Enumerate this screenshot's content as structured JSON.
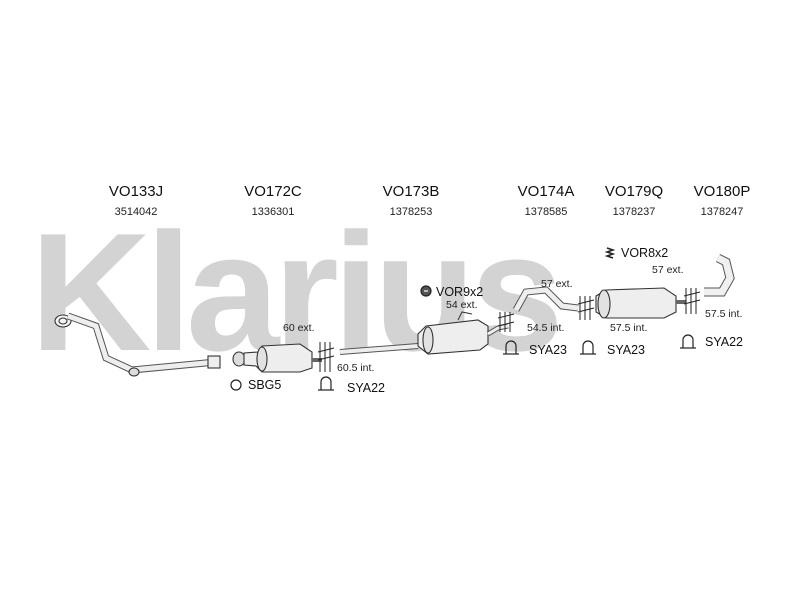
{
  "watermark": "Klarius",
  "parts": [
    {
      "code": "VO133J",
      "number": "3514042"
    },
    {
      "code": "VO172C",
      "number": "1336301"
    },
    {
      "code": "VO173B",
      "number": "1378253"
    },
    {
      "code": "VO174A",
      "number": "1378585"
    },
    {
      "code": "VO179Q",
      "number": "1378237"
    },
    {
      "code": "VO180P",
      "number": "1378247"
    }
  ],
  "dimensions": {
    "d1": "60 ext.",
    "d2": "60.5 int.",
    "d3": "54 ext.",
    "d4": "54.5 int.",
    "d5": "57 ext.",
    "d6": "57.5 int.",
    "d7": "57 ext.",
    "d8": "57.5 int."
  },
  "accessories": {
    "a1": "SBG5",
    "a2": "SYA22",
    "a3": "VOR9x2",
    "a4": "SYA23",
    "a5": "SYA23",
    "a6": "VOR8x2",
    "a7": "SYA22"
  }
}
